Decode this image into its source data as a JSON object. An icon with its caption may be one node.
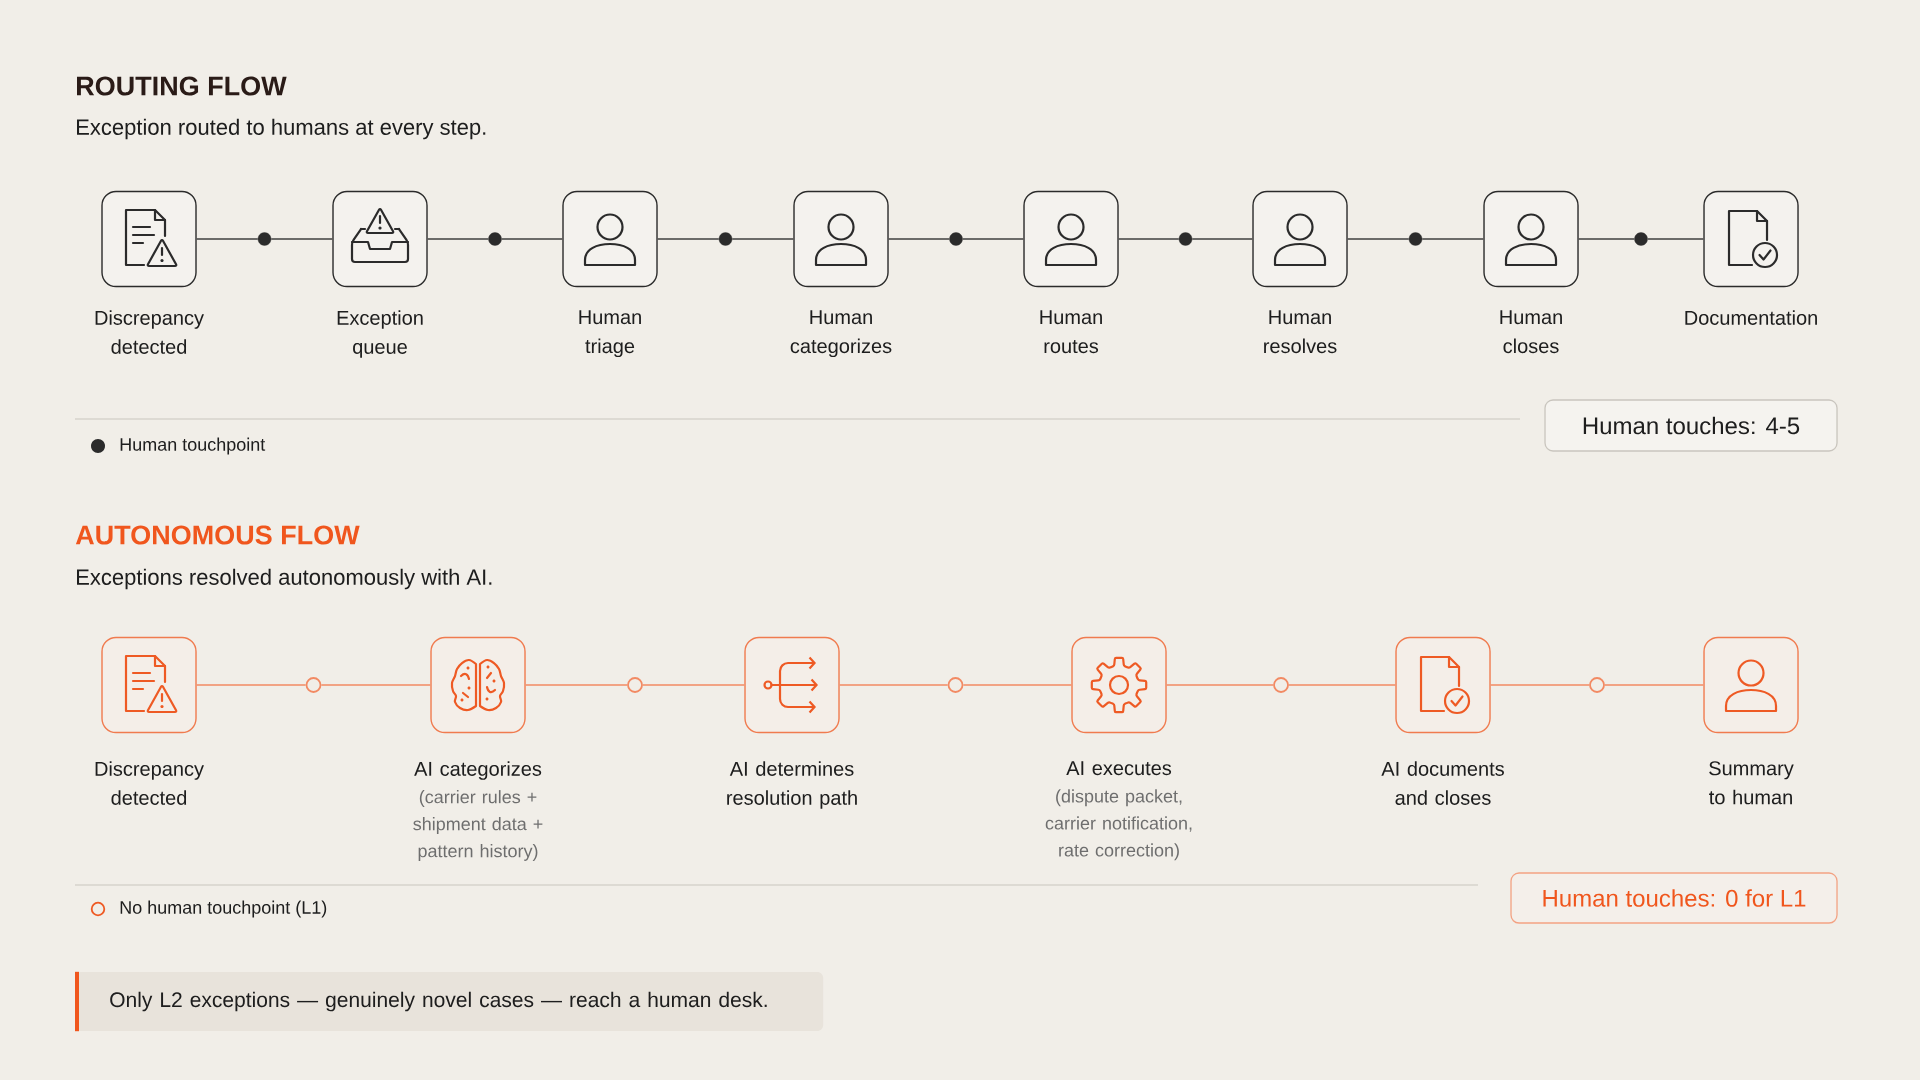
{
  "diagram": {
    "nodes": [
      {
        "text": [
          "Discrepancy detected"
        ]
      },
      {
        "text": [],
        "shape": "circle"
      },
      {
        "text": [
          "Exception queue"
        ]
      },
      {
        "text": [],
        "shape": "circle"
      },
      {
        "text": [
          "Human triage"
        ]
      },
      {
        "text": [],
        "shape": "circle"
      },
      {
        "text": [
          "Human categorizes"
        ]
      },
      {
        "text": [],
        "shape": "circle"
      },
      {
        "text": [
          "Human routes"
        ]
      },
      {
        "text": [],
        "shape": "circle"
      },
      {
        "text": [
          "Human resolves"
        ]
      },
      {
        "text": [],
        "shape": "circle"
      },
      {
        "text": [
          "Human closes"
        ]
      },
      {
        "text": [],
        "shape": "circle"
      },
      {
        "text": [
          "Documentation"
        ]
      },
      {
        "text": [
          "Human touches: 4-5"
        ]
      },
      {
        "text": [
          "Discrepancy detected"
        ]
      },
      {
        "text": [],
        "shape": "circle"
      },
      {
        "text": [
          "AI categorizes",
          "(carrier rules + shipment data + pattern history)"
        ]
      },
      {
        "text": [],
        "shape": "circle"
      },
      {
        "text": [
          "AI determines resolution path"
        ]
      },
      {
        "text": [],
        "shape": "circle"
      },
      {
        "text": [
          "AI executes",
          "(dispute packet, carrier notification, rate correction)"
        ]
      },
      {
        "text": [],
        "shape": "circle"
      },
      {
        "text": [
          "AI documents and closes"
        ]
      },
      {
        "text": [],
        "shape": "circle"
      },
      {
        "text": [
          "Summary to human"
        ]
      },
      {
        "text": [
          "Human touches: 0 for L1"
        ]
      },
      {
        "text": [
          "Only L2 exceptions — genuinely novel cases — reach a human desk."
        ]
      }
    ],
    "edges": [
      {
        "from": 0,
        "to": 1,
        "arrow": "none"
      },
      {
        "from": 1,
        "to": 2,
        "arrow": "none"
      },
      {
        "from": 2,
        "to": 3,
        "arrow": "none"
      },
      {
        "from": 3,
        "to": 4,
        "arrow": "none"
      },
      {
        "from": 4,
        "to": 5,
        "arrow": "none"
      },
      {
        "from": 5,
        "to": 6,
        "arrow": "none"
      },
      {
        "from": 6,
        "to": 7,
        "arrow": "none"
      },
      {
        "from": 7,
        "to": 8,
        "arrow": "none"
      },
      {
        "from": 8,
        "to": 9,
        "arrow": "none"
      },
      {
        "from": 9,
        "to": 10,
        "arrow": "none"
      },
      {
        "from": 10,
        "to": 11,
        "arrow": "none"
      },
      {
        "from": 11,
        "to": 12,
        "arrow": "none"
      },
      {
        "from": 12,
        "to": 13,
        "arrow": "none"
      },
      {
        "from": 13,
        "to": 14,
        "arrow": "none"
      },
      {
        "from": 16,
        "to": 17,
        "arrow": "none",
        "color": "#f28a63"
      },
      {
        "from": 17,
        "to": 18,
        "arrow": "none",
        "color": "#f28a63"
      },
      {
        "from": 18,
        "to": 19,
        "arrow": "none",
        "color": "#f28a63"
      },
      {
        "from": 19,
        "to": 20,
        "arrow": "none",
        "color": "#f28a63"
      },
      {
        "from": 20,
        "to": 21,
        "arrow": "none",
        "color": "#f28a63"
      },
      {
        "from": 21,
        "to": 22,
        "arrow": "none",
        "color": "#f28a63"
      },
      {
        "from": 22,
        "to": 23,
        "arrow": "none",
        "color": "#f28a63"
      },
      {
        "from": 23,
        "to": 24,
        "arrow": "none",
        "color": "#f28a63"
      },
      {
        "from": 24,
        "to": 25,
        "arrow": "none",
        "color": "#f28a63"
      },
      {
        "from": 25,
        "to": 26,
        "arrow": "none",
        "color": "#f28a63"
      }
    ],
    "labels": [
      "ROUTING FLOW",
      "Exception routed to humans at every step.",
      "AUTONOMOUS FLOW",
      "Exceptions resolved autonomously with AI."
    ],
    "legend": [
      {
        "text": "Human touchpoint"
      },
      {
        "text": "No human touchpoint (L1)"
      }
    ]
  }
}
